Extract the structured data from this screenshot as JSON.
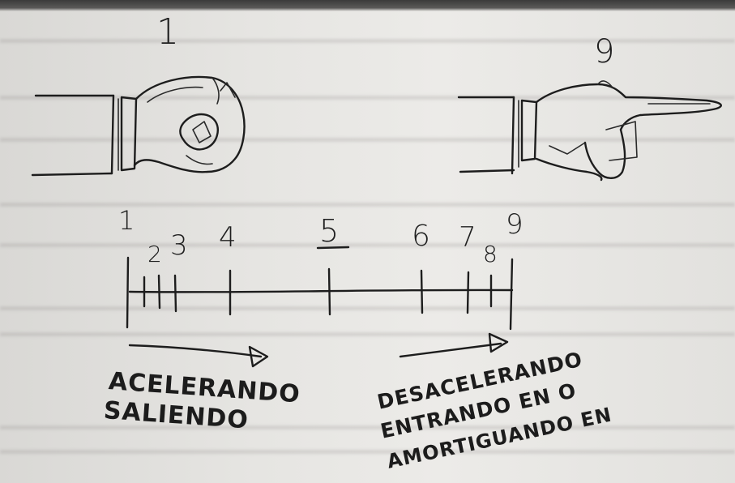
{
  "frames": {
    "start_label": "1",
    "end_label": "9"
  },
  "timeline": {
    "ticks": [
      "1",
      "2",
      "3",
      "4",
      "5",
      "6",
      "7",
      "8",
      "9"
    ]
  },
  "captions": {
    "left_line1": "ACELERANDO",
    "left_line2": "SALIENDO",
    "right_line1": "DESACELERANDO",
    "right_line2": "ENTRANDO EN O",
    "right_line3": "AMORTIGUANDO EN"
  },
  "colors": {
    "ink": "#1d1d1d",
    "paper": "#e6e5e2"
  }
}
